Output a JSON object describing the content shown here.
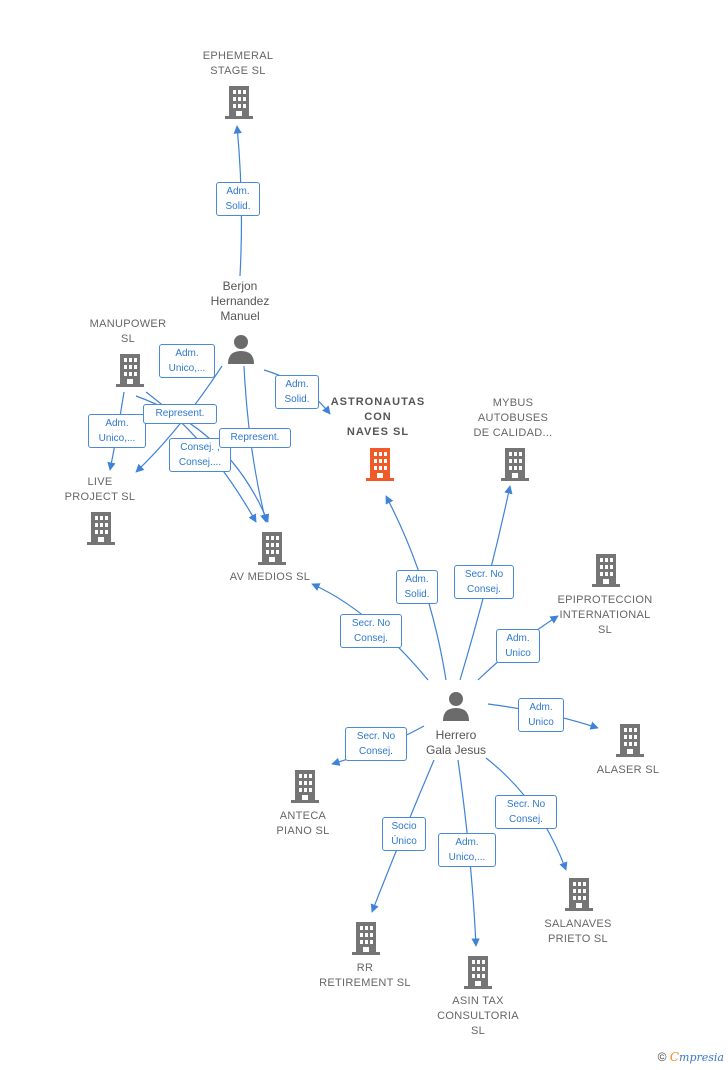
{
  "colors": {
    "edge": "#3f82d9",
    "building": "#757575",
    "highlight": "#f05a28",
    "person": "#6b6b6b"
  },
  "companies": [
    {
      "id": "ephemeral",
      "label": "EPHEMERAL\nSTAGE  SL"
    },
    {
      "id": "manupower",
      "label": "MANUPOWER\nSL"
    },
    {
      "id": "live",
      "label": "LIVE\nPROJECT  SL"
    },
    {
      "id": "avmedios",
      "label": "AV MEDIOS SL"
    },
    {
      "id": "astronautas",
      "label": "ASTRONAUTAS\nCON\nNAVES  SL",
      "highlight": true
    },
    {
      "id": "mybus",
      "label": "MYBUS\nAUTOBUSES\nDE CALIDAD..."
    },
    {
      "id": "epiproteccion",
      "label": "EPIPROTECCION\nINTERNATIONAL\nSL"
    },
    {
      "id": "alaser",
      "label": "ALASER SL"
    },
    {
      "id": "anteca",
      "label": "ANTECA\nPIANO  SL"
    },
    {
      "id": "salanaves",
      "label": "SALANAVES\nPRIETO  SL"
    },
    {
      "id": "rr",
      "label": "RR\nRETIREMENT SL"
    },
    {
      "id": "asintax",
      "label": "ASIN TAX\nCONSULTORIA\nSL"
    }
  ],
  "persons": [
    {
      "id": "berjon",
      "label": "Berjon\nHernandez\nManuel"
    },
    {
      "id": "herrero",
      "label": "Herrero\nGala Jesus"
    }
  ],
  "relations": [
    {
      "id": "r1",
      "label": "Adm.\nSolid."
    },
    {
      "id": "r2",
      "label": "Adm.\nUnico,..."
    },
    {
      "id": "r3",
      "label": "Adm.\nSolid."
    },
    {
      "id": "r4",
      "label": "Adm.\nUnico,..."
    },
    {
      "id": "r5",
      "label": "Represent."
    },
    {
      "id": "r6",
      "label": "Consej. ,\nConsej...."
    },
    {
      "id": "r7",
      "label": "Represent."
    },
    {
      "id": "r8",
      "label": "Adm.\nSolid."
    },
    {
      "id": "r9",
      "label": "Secr.  No\nConsej."
    },
    {
      "id": "r10",
      "label": "Secr.  No\nConsej."
    },
    {
      "id": "r11",
      "label": "Adm.\nUnico"
    },
    {
      "id": "r12",
      "label": "Adm.\nUnico"
    },
    {
      "id": "r13",
      "label": "Secr.  No\nConsej."
    },
    {
      "id": "r14",
      "label": "Secr.  No\nConsej."
    },
    {
      "id": "r15",
      "label": "Socio\nÚnico"
    },
    {
      "id": "r16",
      "label": "Adm.\nUnico,..."
    }
  ],
  "footer": {
    "copyright": "©",
    "brand_initial": "C",
    "brand_rest": "mpresia"
  }
}
